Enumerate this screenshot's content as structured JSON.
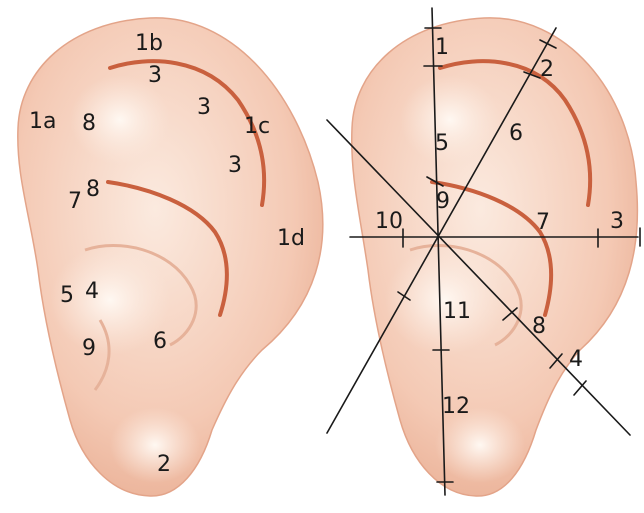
{
  "colors": {
    "skin_base": "#f4c9b4",
    "skin_light": "#fbeadf",
    "skin_highlight": "#fff8f2",
    "skin_shadow": "#e7a98d",
    "crease": "#c9603e",
    "line": "#1a1a1a"
  },
  "left_ear": {
    "labels": {
      "l1a": "1a",
      "l1b": "1b",
      "l1c": "1c",
      "l1d": "1d",
      "l3a": "3",
      "l3b": "3",
      "l3c": "3",
      "l8a": "8",
      "l78": "7",
      "l8b": "8",
      "l5": "5",
      "l4": "4",
      "l9": "9",
      "l6": "6",
      "l2": "2"
    }
  },
  "right_ear": {
    "labels": {
      "r1": "1",
      "r2": "2",
      "r3": "3",
      "r4": "4",
      "r5": "5",
      "r6": "6",
      "r7": "7",
      "r8": "8",
      "r9": "9",
      "r10": "10",
      "r11": "11",
      "r12": "12"
    }
  }
}
